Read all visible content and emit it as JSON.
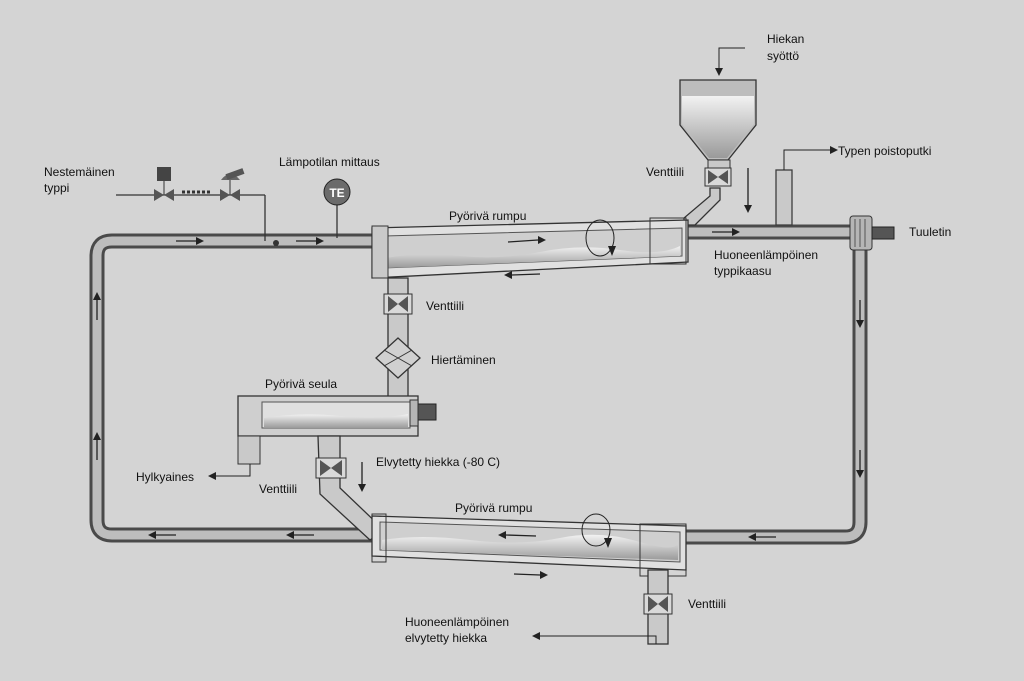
{
  "labels": {
    "sand_feed": [
      "Hiekan",
      "syöttö"
    ],
    "liquid_nitrogen": [
      "Nestemäinen",
      "typpi"
    ],
    "temp_measurement": "Lämpotilan mittaus",
    "temp_sensor_tag": "TE",
    "nitrogen_exhaust": "Typen poistoputki",
    "valve_top": "Venttiili",
    "fan": "Tuuletin",
    "rotary_drum_top": "Pyörivä rumpu",
    "room_temp_nitrogen": [
      "Huoneenlämpöinen",
      "typpikaasu"
    ],
    "valve_mid": "Venttiili",
    "grinding": "Hiertäminen",
    "rotary_screen": "Pyörivä seula",
    "reject": "Hylkyaines",
    "valve_left": "Venttiili",
    "reclaimed_sand_cold": "Elvytetty hiekka (-80 C)",
    "rotary_drum_bottom": "Pyörivä rumpu",
    "valve_bottom": "Venttiili",
    "room_temp_reclaimed_sand": [
      "Huoneenlämpöinen",
      "elvytetty hiekka"
    ]
  }
}
